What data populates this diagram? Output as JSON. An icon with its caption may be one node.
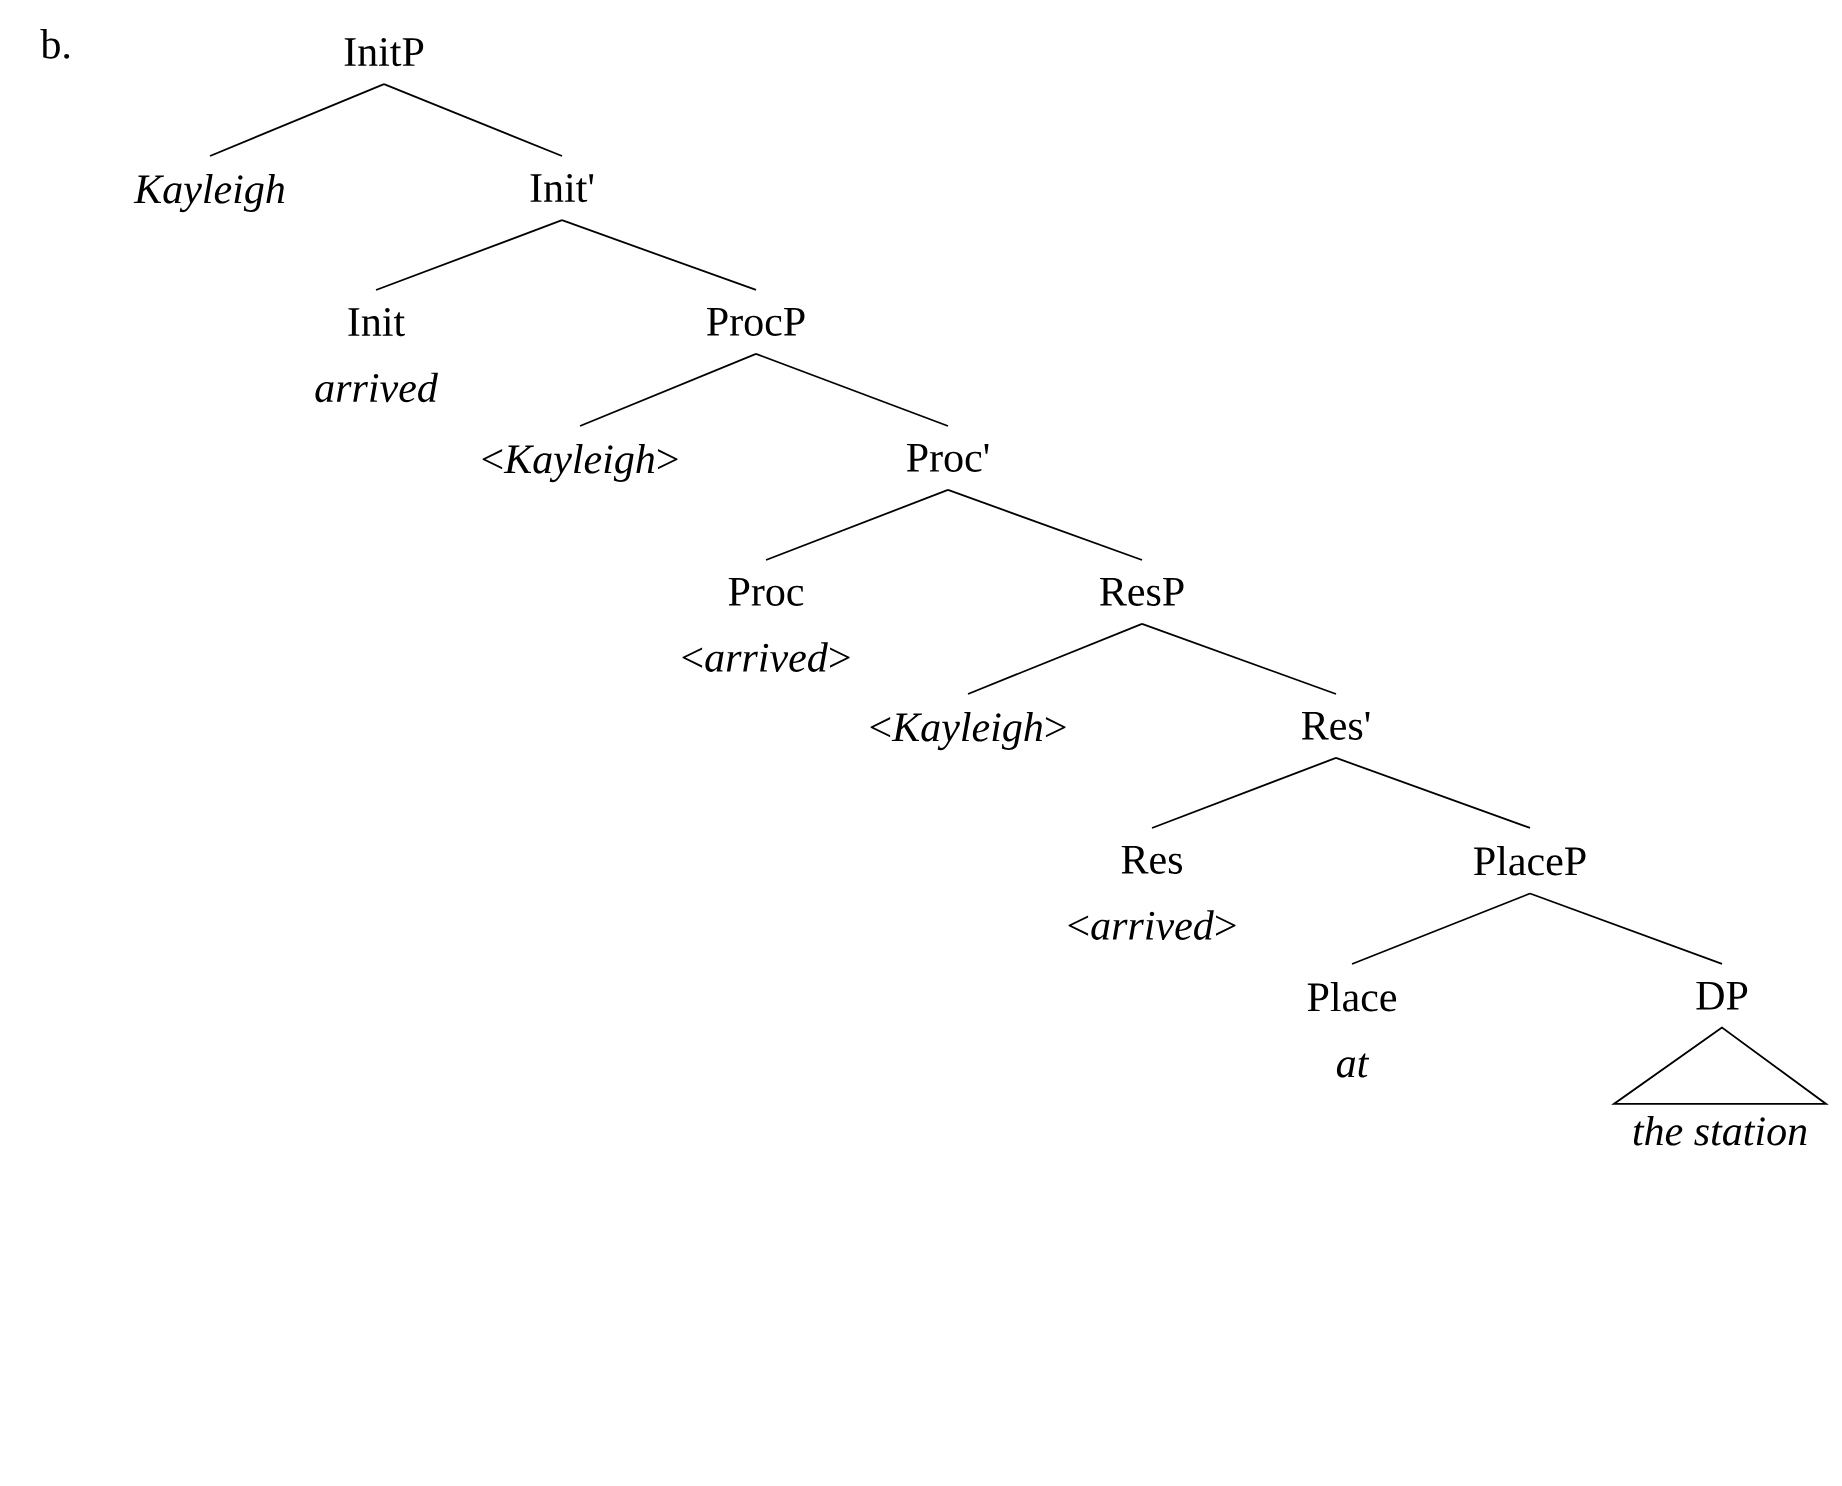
{
  "diagram": {
    "nodes": [
      {
        "text": [
          "InitP"
        ]
      },
      {
        "text": [
          "Kayleigh"
        ]
      },
      {
        "text": [
          "Init'"
        ]
      },
      {
        "text": [
          "Init",
          "arrived"
        ]
      },
      {
        "text": [
          "ProcP"
        ]
      },
      {
        "text": [
          "<*Kayleigh*>"
        ]
      },
      {
        "text": [
          "Proc'"
        ]
      },
      {
        "text": [
          "Proc",
          "<*arrived*>"
        ]
      },
      {
        "text": [
          "ResP"
        ]
      },
      {
        "text": [
          "<*Kayleigh*>"
        ]
      },
      {
        "text": [
          "Res'"
        ]
      },
      {
        "text": [
          "Res",
          "<*arrived*>"
        ]
      },
      {
        "text": [
          "PlaceP"
        ]
      },
      {
        "text": [
          "Place",
          "at"
        ]
      },
      {
        "text": [
          "DP"
        ]
      },
      {
        "text": [
          "the station"
        ]
      }
    ],
    "edges": [
      {
        "from": 0,
        "to": 1,
        "arrow": "none"
      },
      {
        "from": 0,
        "to": 2,
        "arrow": "none"
      },
      {
        "from": 2,
        "to": 3,
        "arrow": "none"
      },
      {
        "from": 2,
        "to": 4,
        "arrow": "none"
      },
      {
        "from": 4,
        "to": 5,
        "arrow": "none"
      },
      {
        "from": 4,
        "to": 6,
        "arrow": "none"
      },
      {
        "from": 6,
        "to": 7,
        "arrow": "none"
      },
      {
        "from": 6,
        "to": 8,
        "arrow": "none"
      },
      {
        "from": 8,
        "to": 9,
        "arrow": "none"
      },
      {
        "from": 8,
        "to": 10,
        "arrow": "none"
      },
      {
        "from": 10,
        "to": 11,
        "arrow": "none"
      },
      {
        "from": 10,
        "to": 12,
        "arrow": "none"
      },
      {
        "from": 12,
        "to": 13,
        "arrow": "none"
      },
      {
        "from": 12,
        "to": 14,
        "arrow": "none"
      },
      {
        "from": 14,
        "to": 15,
        "arrow": "none"
      }
    ],
    "labels": [
      "b."
    ]
  }
}
